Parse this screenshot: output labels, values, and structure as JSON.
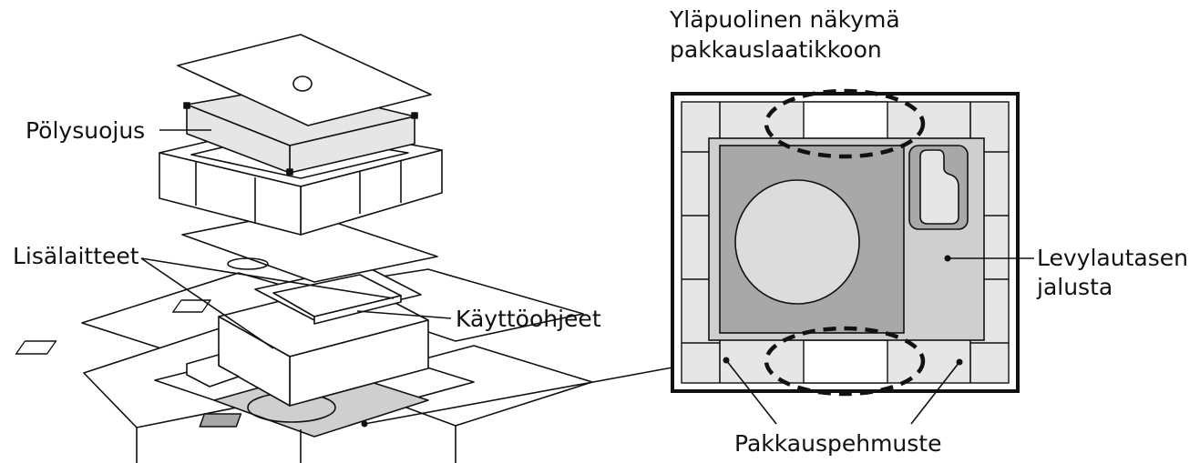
{
  "labels": {
    "dust_cover": "Pölysuojus",
    "accessories": "Lisälaitteet",
    "manual": "Käyttöohjeet",
    "top_view_line1": "Yläpuolinen näkymä",
    "top_view_line2": "pakkauslaatikkoon",
    "platter_base_line1": "Levylautasen",
    "platter_base_line2": "jalusta",
    "cushion": "Pakkauspehmuste"
  },
  "colors": {
    "stroke": "#111111",
    "white": "#ffffff",
    "light_gray": "#e6e6e6",
    "mid_gray": "#cfcfcf",
    "dark_gray": "#a8a8a8",
    "platter": "#dcdcdc"
  }
}
